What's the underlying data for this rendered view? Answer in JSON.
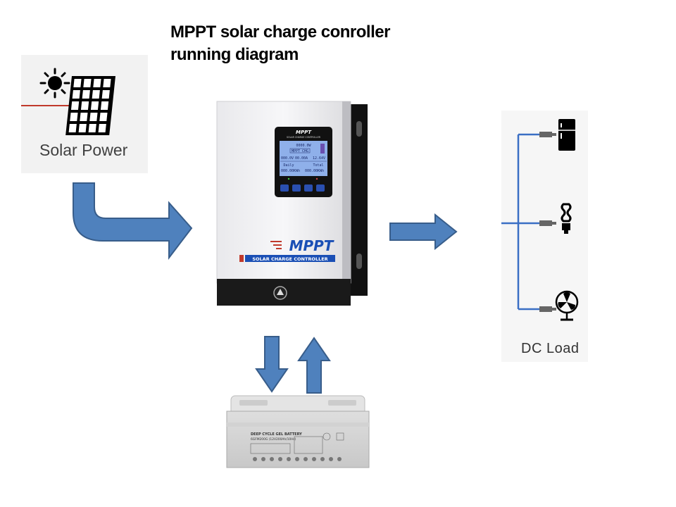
{
  "title": {
    "line1": "MPPT solar charge conroller",
    "line2": "running diagram"
  },
  "solar": {
    "label": "Solar Power"
  },
  "load": {
    "label": "DC Load",
    "devices": [
      "refrigerator-icon",
      "bulb-icon",
      "fan-icon"
    ]
  },
  "controller": {
    "screen_brand": "MPPT",
    "screen_subtitle": "SOLAR CHARGE CONTROLLER",
    "lcd": {
      "power": "0000.0W",
      "mode": "MPPT CHG",
      "pv_voltage": "000.0V",
      "current": "00.00A",
      "battery_voltage": "12.64V",
      "daily_label": "Daily",
      "total_label": "Total",
      "daily_value": "000.00KWh",
      "total_value": "000.00KWh"
    },
    "logo": "MPPT",
    "banner": "SOLAR CHARGE CONTROLLER"
  },
  "battery": {
    "line1": "DEEP CYCLE GEL BATTERY",
    "line2": "6GFM200G (12V200Ah/10Hr)"
  },
  "colors": {
    "arrow_fill": "#4f81bd",
    "arrow_stroke": "#385d8a",
    "accent": "#1a4fb5",
    "warning_red": "#c0392b"
  }
}
